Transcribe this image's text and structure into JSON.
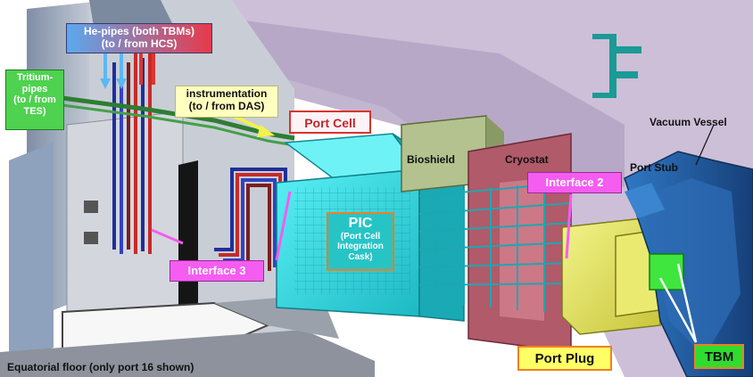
{
  "labels": {
    "he_pipes_line1": "He-pipes (both TBMs)",
    "he_pipes_line2": "(to / from HCS)",
    "tritium_line1": "Tritium-",
    "tritium_line2": "pipes",
    "tritium_line3": "(to / from",
    "tritium_line4": "TES)",
    "instrumentation_line1": "instrumentation",
    "instrumentation_line2": "(to / from DAS)",
    "port_cell": "Port Cell",
    "bioshield": "Bioshield",
    "cryostat": "Cryostat",
    "interface_2": "Interface 2",
    "port_stub": "Port Stub",
    "vacuum_vessel": "Vacuum Vessel",
    "pic_title": "PIC",
    "pic_line1": "(Port Cell",
    "pic_line2": "Integration",
    "pic_line3": "Cask)",
    "interface_3": "Interface 3",
    "port_plug": "Port Plug",
    "tbm": "TBM",
    "floor_caption": "Equatorial floor (only port 16 shown)"
  },
  "colors": {
    "he_pipes_gradient_start": "#5aa9f0",
    "he_pipes_gradient_end": "#e8394a",
    "tritium_box": "#4fd24f",
    "instrumentation_box": "#ffffbf",
    "interface_box": "#f55cf0",
    "port_cell_border": "#d9342b",
    "pic_box": "#27c4c6",
    "port_plug_box": "#ffff66",
    "tbm_box": "#2fdc2f",
    "box_border_orange": "#f08020",
    "wall_grey": "#b9bfcb",
    "ceiling_purple": "#b9a8c6",
    "cyan_structure": "#33e0e8",
    "vacuum_vessel_blue": "#1f5fa8"
  },
  "icons": [
    "iter-f-logo-icon"
  ]
}
